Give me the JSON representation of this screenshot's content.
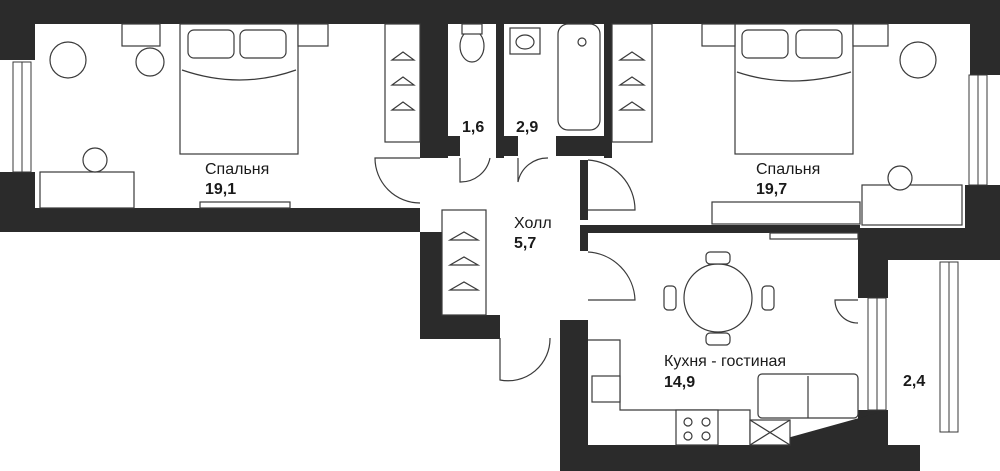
{
  "rooms": [
    {
      "id": "bedroom-left",
      "name": "Спальня",
      "area": "19,1"
    },
    {
      "id": "toilet",
      "name": "",
      "area": "1,6"
    },
    {
      "id": "bathroom",
      "name": "",
      "area": "2,9"
    },
    {
      "id": "bedroom-right",
      "name": "Спальня",
      "area": "19,7"
    },
    {
      "id": "hall",
      "name": "Холл",
      "area": "5,7"
    },
    {
      "id": "kitchen-living",
      "name": "Кухня - гостиная",
      "area": "14,9"
    },
    {
      "id": "balcony",
      "name": "",
      "area": "2,4"
    }
  ],
  "colors": {
    "wall": "#2b2b2b",
    "line": "#3a3a3a",
    "fill": "#ffffff"
  }
}
